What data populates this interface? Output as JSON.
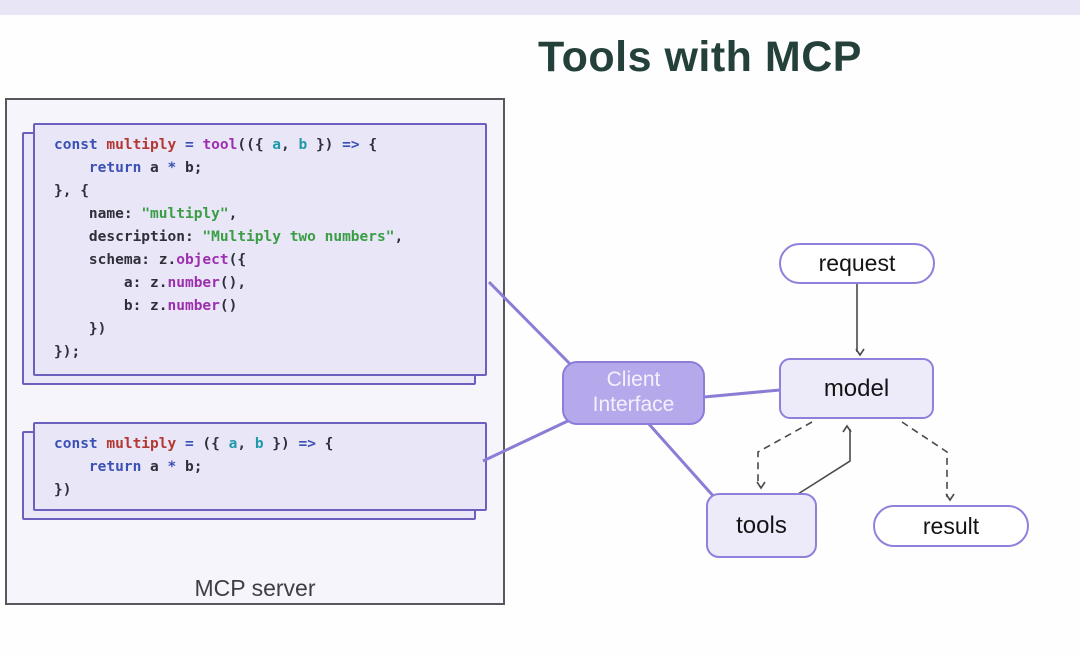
{
  "slide": {
    "title": "Tools with MCP"
  },
  "mcp_server": {
    "label": "MCP server",
    "code_block_tool": {
      "lines": [
        [
          [
            "kw",
            "const"
          ],
          [
            "pl",
            " "
          ],
          [
            "var",
            "multiply"
          ],
          [
            "pl",
            " "
          ],
          [
            "kw",
            "="
          ],
          [
            "pl",
            " "
          ],
          [
            "fn",
            "tool"
          ],
          [
            "pl",
            "(({ "
          ],
          [
            "param",
            "a"
          ],
          [
            "pl",
            ", "
          ],
          [
            "param",
            "b"
          ],
          [
            "pl",
            " }) "
          ],
          [
            "kw",
            "=>"
          ],
          [
            "pl",
            " {"
          ]
        ],
        [
          [
            "pl",
            "    "
          ],
          [
            "kw",
            "return"
          ],
          [
            "pl",
            " a "
          ],
          [
            "kw",
            "*"
          ],
          [
            "pl",
            " b;"
          ]
        ],
        [
          [
            "pl",
            "}, {"
          ]
        ],
        [
          [
            "pl",
            "    name: "
          ],
          [
            "str",
            "\"multiply\""
          ],
          [
            "pl",
            ","
          ]
        ],
        [
          [
            "pl",
            "    description: "
          ],
          [
            "str",
            "\"Multiply two numbers\""
          ],
          [
            "pl",
            ","
          ]
        ],
        [
          [
            "pl",
            "    schema: z."
          ],
          [
            "fn",
            "object"
          ],
          [
            "pl",
            "({"
          ]
        ],
        [
          [
            "pl",
            "        a: z."
          ],
          [
            "fn",
            "number"
          ],
          [
            "pl",
            "(),"
          ]
        ],
        [
          [
            "pl",
            "        b: z."
          ],
          [
            "fn",
            "number"
          ],
          [
            "pl",
            "()"
          ]
        ],
        [
          [
            "pl",
            "    })"
          ]
        ],
        [
          [
            "pl",
            "});"
          ]
        ]
      ]
    },
    "code_block_plain": {
      "lines": [
        [
          [
            "kw",
            "const"
          ],
          [
            "pl",
            " "
          ],
          [
            "var",
            "multiply"
          ],
          [
            "pl",
            " "
          ],
          [
            "kw",
            "="
          ],
          [
            "pl",
            " ({ "
          ],
          [
            "param",
            "a"
          ],
          [
            "pl",
            ", "
          ],
          [
            "param",
            "b"
          ],
          [
            "pl",
            " }) "
          ],
          [
            "kw",
            "=>"
          ],
          [
            "pl",
            " {"
          ]
        ],
        [
          [
            "pl",
            "    "
          ],
          [
            "kw",
            "return"
          ],
          [
            "pl",
            " a "
          ],
          [
            "kw",
            "*"
          ],
          [
            "pl",
            " b;"
          ]
        ],
        [
          [
            "pl",
            "})"
          ]
        ]
      ]
    }
  },
  "diagram": {
    "client_interface": {
      "label": "Client\nInterface"
    },
    "nodes": {
      "request": "request",
      "model": "model",
      "tools": "tools",
      "result": "result"
    }
  },
  "colors": {
    "title": "#24403a",
    "top_strip": "#e8e5f7",
    "server_border": "#57575d",
    "sheet_bg": "#e9e6f8",
    "sheet_border": "#6c60bf",
    "client_fill": "#b5a9ec",
    "node_border": "#8f80dc",
    "node_fill_light": "#edebfa",
    "connector_purple": "#8b7cd6",
    "connector_dark": "#4a4a4a",
    "token_keyword": "#3a50b4",
    "token_variable": "#b23831",
    "token_function": "#9c2fae",
    "token_param": "#1f9aa8",
    "token_string": "#3a9d44",
    "token_plain": "#2f2f3a"
  }
}
